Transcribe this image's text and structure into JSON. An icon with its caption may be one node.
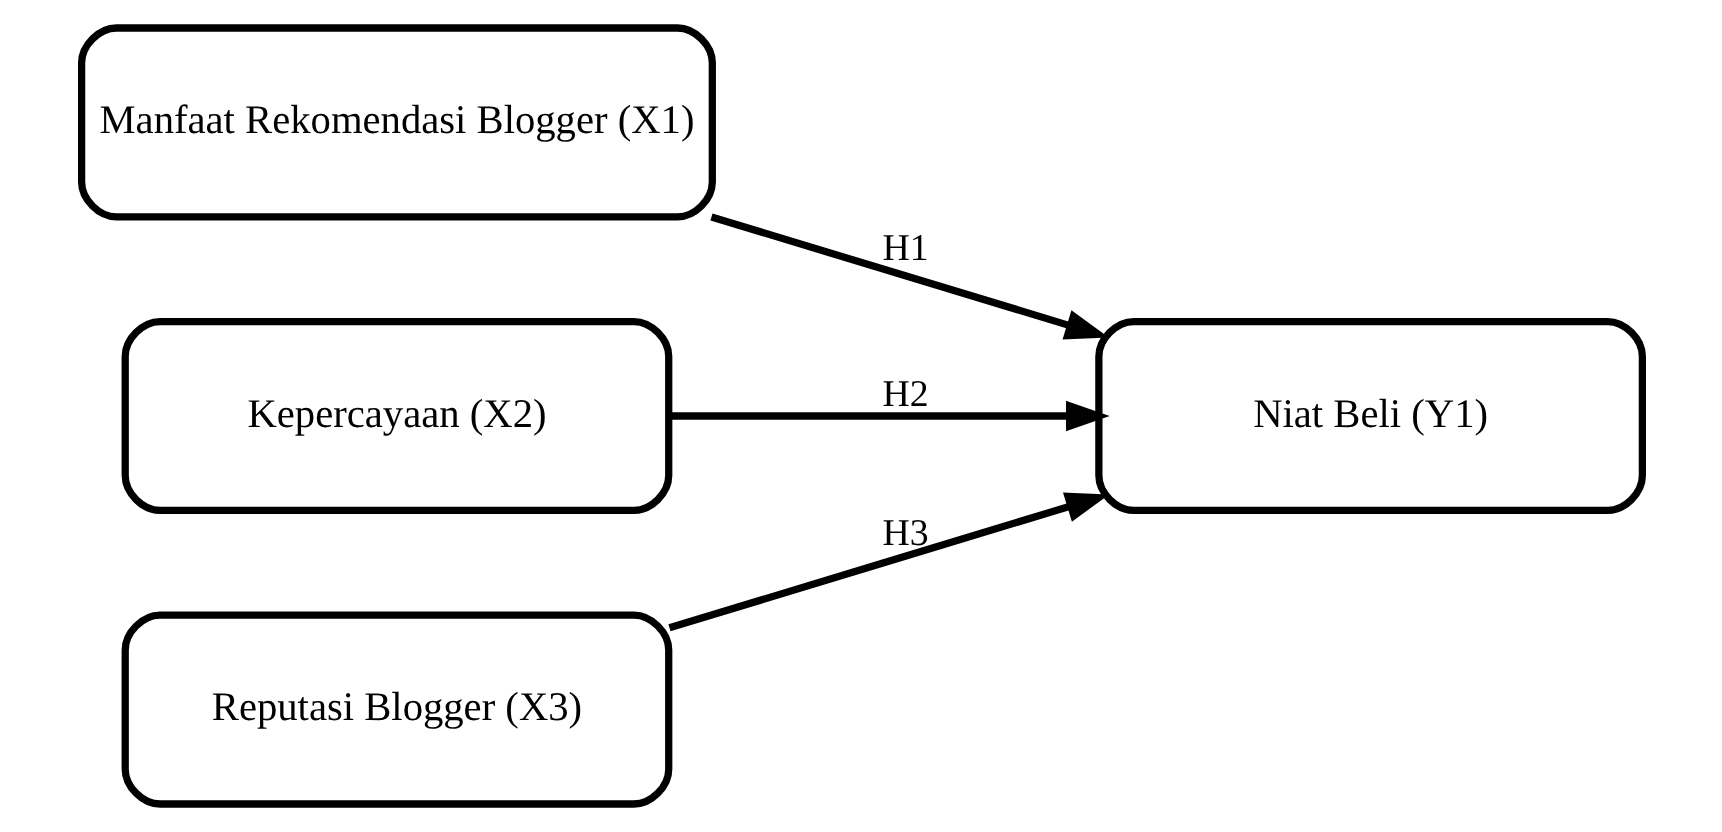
{
  "diagram": {
    "nodes": [
      {
        "text": [
          "Manfaat Rekomendasi Blogger (X1)"
        ]
      },
      {
        "text": [
          "Kepercayaan (X2)"
        ]
      },
      {
        "text": [
          "Reputasi Blogger (X3)"
        ]
      },
      {
        "text": [
          "Niat Beli (Y1)"
        ]
      }
    ],
    "edges": [
      {
        "from": 0,
        "to": 3,
        "arrow": "to",
        "label": "H1"
      },
      {
        "from": 1,
        "to": 3,
        "arrow": "to",
        "label": "H2"
      },
      {
        "from": 2,
        "to": 3,
        "arrow": "to",
        "label": "H3"
      }
    ]
  }
}
